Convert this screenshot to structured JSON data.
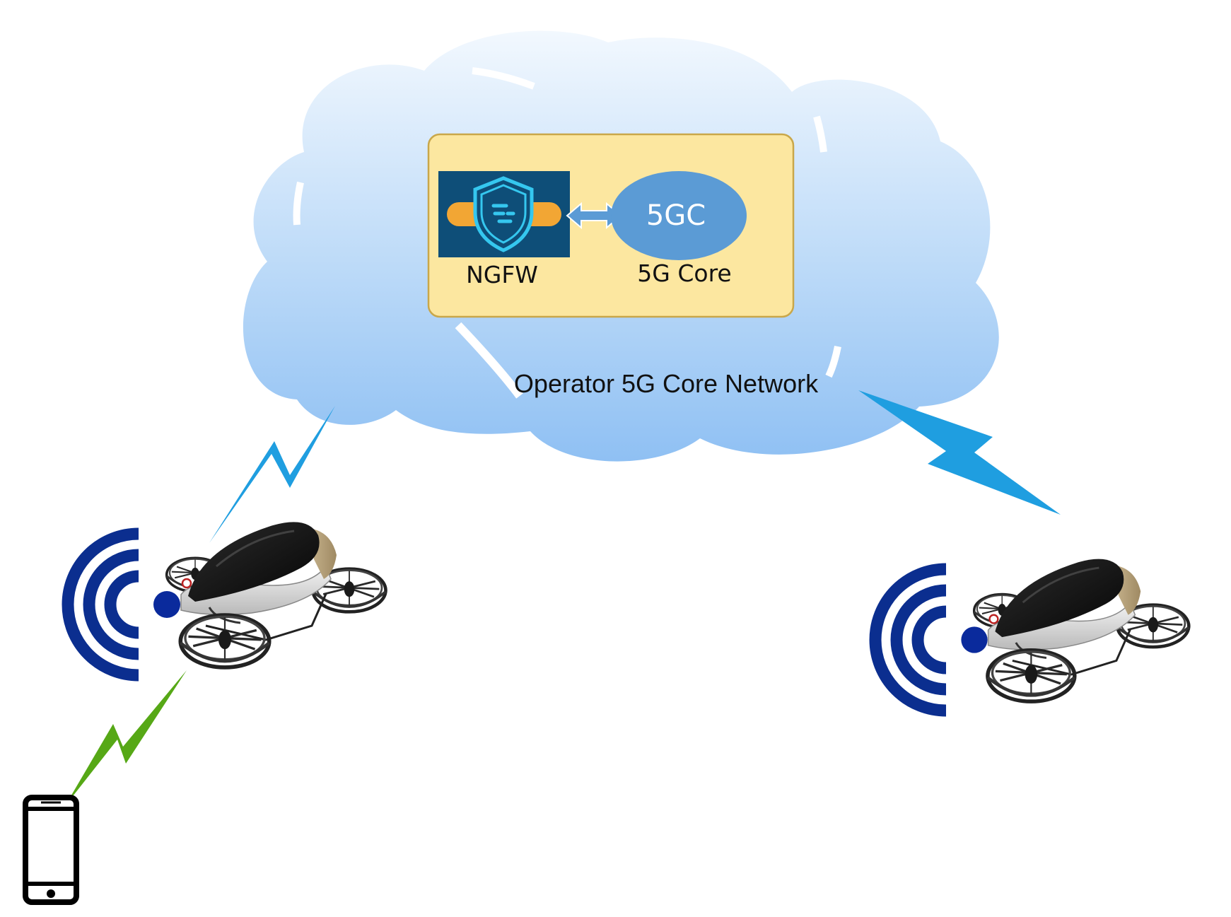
{
  "cloud": {
    "label": "Operator 5G Core Network"
  },
  "core_panel": {
    "firewall_label": "NGFW",
    "core_abbrev": "5GC",
    "core_label": "5G Core"
  },
  "nodes": [
    {
      "kind": "evtol-aircraft",
      "side": "left"
    },
    {
      "kind": "evtol-aircraft",
      "side": "right"
    },
    {
      "kind": "smartphone"
    }
  ],
  "links": [
    {
      "from": "cloud",
      "to": "aircraft-left",
      "style": "lightning-blue"
    },
    {
      "from": "cloud",
      "to": "aircraft-right",
      "style": "lightning-blue"
    },
    {
      "from": "aircraft-left",
      "to": "smartphone",
      "style": "lightning-green"
    }
  ],
  "colors": {
    "cloud_top": "#eef5fd",
    "cloud_bottom": "#93c4f4",
    "panel_fill": "#fce7a0",
    "panel_stroke": "#c9a74a",
    "ngfw_bg": "#0e4e78",
    "shield": "#35c7ef",
    "pill": "#f2a634",
    "core_ellipse": "#5b9bd5",
    "arrow": "#5b9bd5",
    "lightning_blue": "#1f9ee0",
    "lightning_green": "#56a816",
    "radio_waves": "#0b2e8f",
    "text_dark": "#111111",
    "text_light": "#ffffff"
  }
}
